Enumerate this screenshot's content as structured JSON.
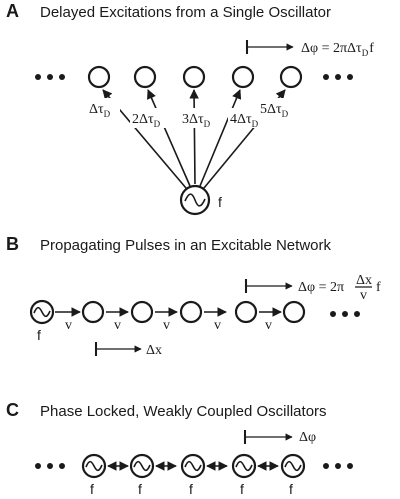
{
  "panels": {
    "a": {
      "letter": "A",
      "title": "Delayed Excitations from a Single Oscillator",
      "formula_lhs": "Δφ = 2πΔτ",
      "formula_sub": "D",
      "formula_rhs": "f",
      "delays": [
        {
          "prefix": "Δτ",
          "sub": "D"
        },
        {
          "prefix": "2Δτ",
          "sub": "D"
        },
        {
          "prefix": "3Δτ",
          "sub": "D"
        },
        {
          "prefix": "4Δτ",
          "sub": "D"
        },
        {
          "prefix": "5Δτ",
          "sub": "D"
        }
      ],
      "source_freq": "f"
    },
    "b": {
      "letter": "B",
      "title": "Propagating Pulses in an Excitable Network",
      "formula_lhs": "Δφ = 2π",
      "formula_num": "Δx",
      "formula_den": "v",
      "formula_rhs": "f",
      "velocity": "v",
      "source_freq": "f",
      "spacing": "Δx"
    },
    "c": {
      "letter": "C",
      "title": "Phase Locked, Weakly Coupled Oscillators",
      "phase": "Δφ",
      "freqs": [
        "f",
        "f",
        "f",
        "f",
        "f"
      ]
    }
  },
  "icons": {
    "ellipsis": "ellipsis-icon",
    "oscillator": "sine-wave-icon"
  }
}
